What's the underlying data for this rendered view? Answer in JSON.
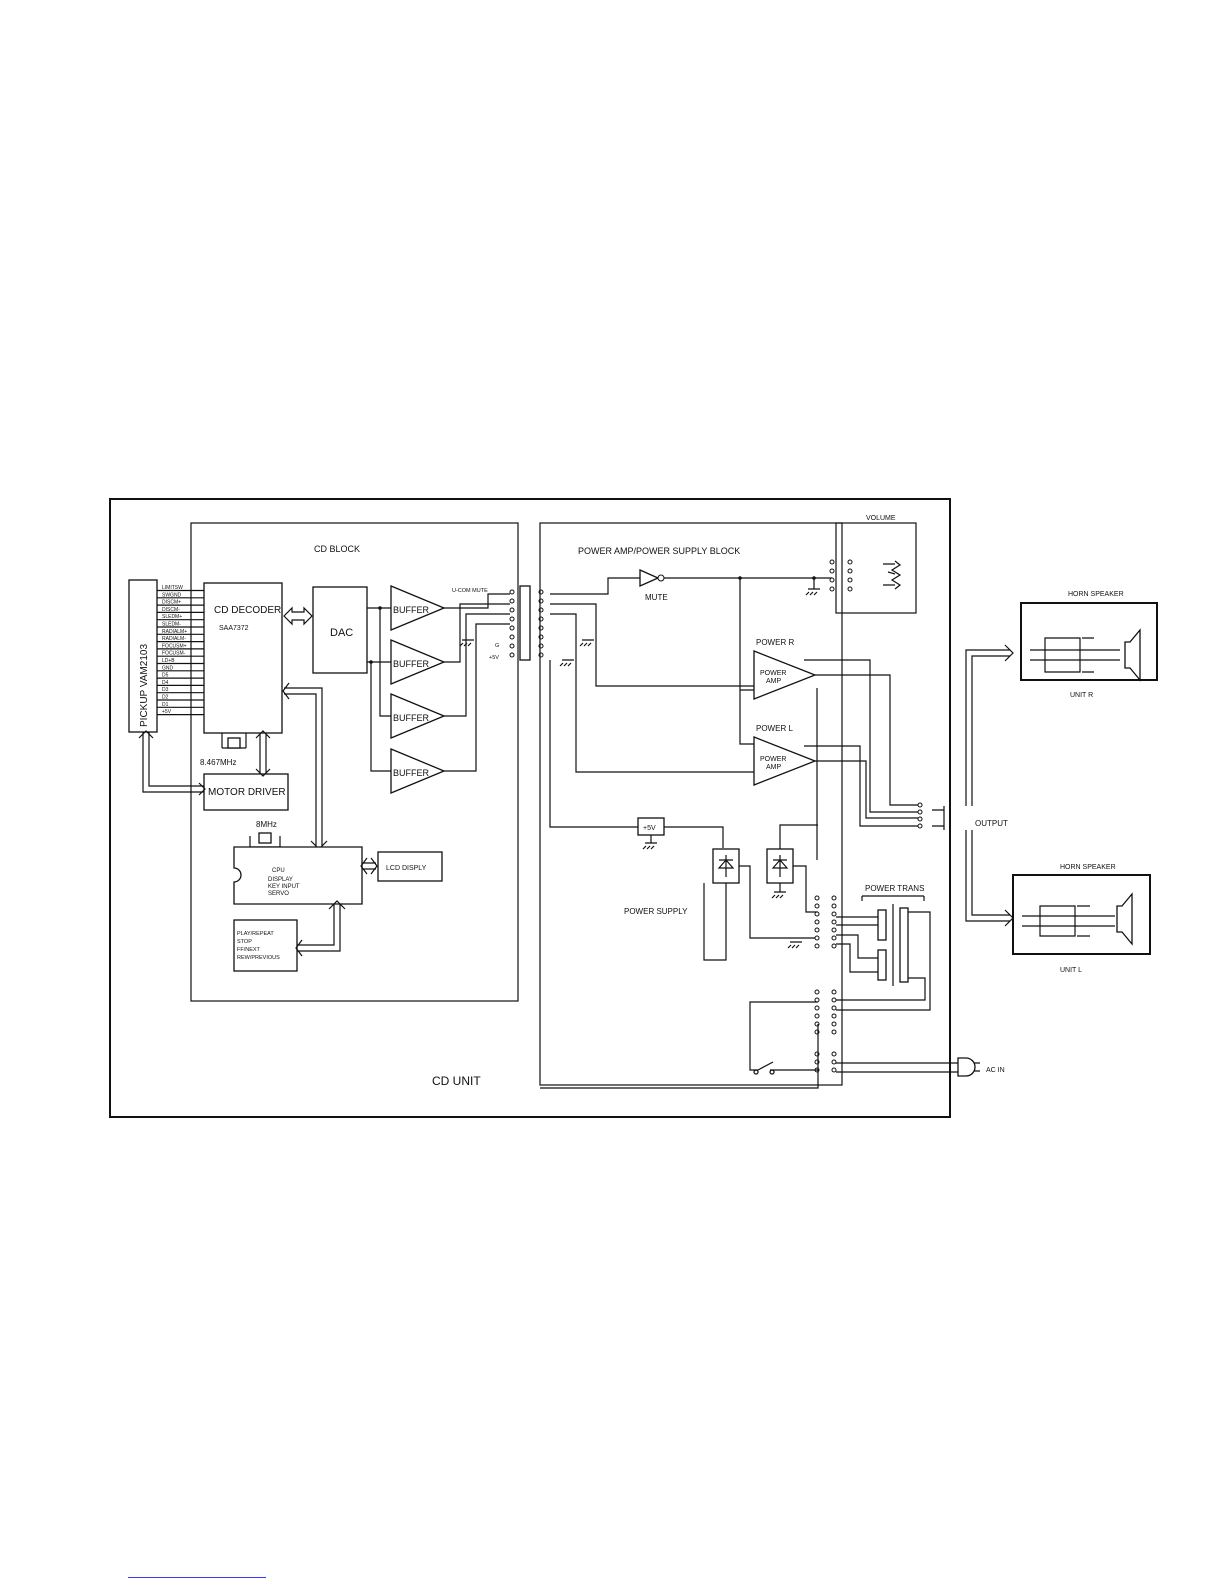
{
  "diagram": {
    "unit_label": "CD  UNIT",
    "cd_block": {
      "title": "CD BLOCK",
      "pickup": "PICKUP VAM2103",
      "pickup_pins": [
        "LIMITSW",
        "SWGND",
        "DISCM+",
        "DISCM-",
        "SLEDM+",
        "SLEDM-",
        "RADIALM+",
        "RADIALM-",
        "FOCUSM+",
        "FOCUSM-",
        "LD+B",
        "GND",
        "D5",
        "D4",
        "D3",
        "D2",
        "D1",
        "+5V"
      ],
      "decoder_title": "CD DECODER",
      "decoder_part": "SAA7372",
      "crystal1": "8.467MHz",
      "dac": "DAC",
      "buffers": [
        "BUFFER",
        "BUFFER",
        "BUFFER",
        "BUFFER"
      ],
      "motor_driver": "MOTOR DRIVER",
      "crystal2": "8MHz",
      "cpu_lines": [
        "CPU",
        "DISPLAY",
        "KEY INPUT",
        "SERVO"
      ],
      "lcd": "LCD DISPLY",
      "keys": [
        "PLAY/REPEAT",
        "STOP",
        "FF/NEXT",
        "REW/PREVIOUS"
      ],
      "ucom_mute": "U-COM MUTE",
      "conn_g": "G",
      "conn_5v": "+5V"
    },
    "power_block": {
      "title": "POWER AMP/POWER SUPPLY BLOCK",
      "volume": "VOLUME",
      "mute": "MUTE",
      "power_r": "POWER R",
      "power_l": "POWER L",
      "amp_line1": "POWER",
      "amp_line2": "AMP",
      "plus5v": "+5V",
      "power_supply": "POWER SUPPLY",
      "power_trans": "POWER TRANS"
    },
    "output": "OUTPUT",
    "ac_in": "AC IN",
    "speakers": [
      {
        "title": "HORN SPEAKER",
        "unit": "UNIT  R"
      },
      {
        "title": "HORN SPEAKER",
        "unit": "UNIT  L"
      }
    ]
  }
}
